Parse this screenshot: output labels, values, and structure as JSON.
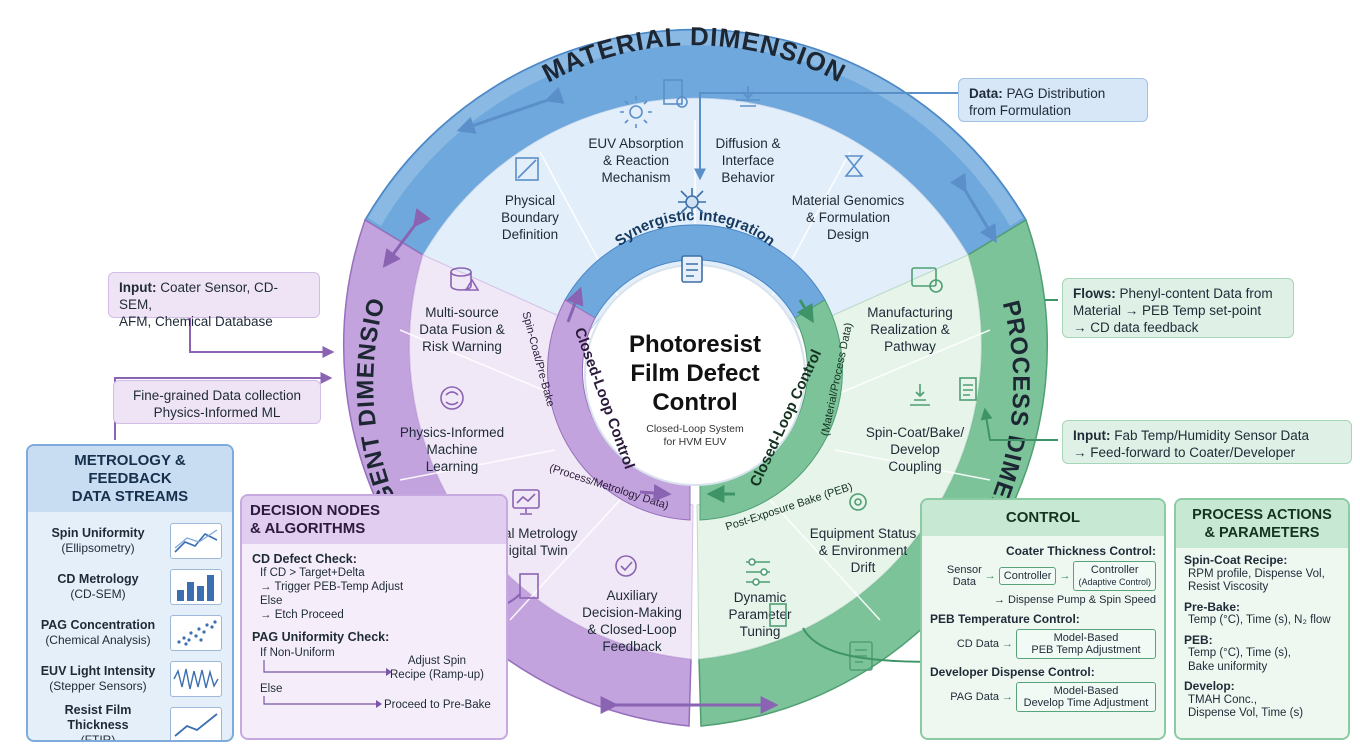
{
  "ring": {
    "material": "MATERIAL DIMENSION",
    "process": "PROCESS DIMENSION",
    "intelligent": "INTELLIGENT DIMENSION"
  },
  "center": {
    "title_l1": "Photoresist",
    "title_l2": "Film Defect",
    "title_l3": "Control",
    "subtitle_l1": "Closed-Loop System",
    "subtitle_l2": "for HVM EUV"
  },
  "inner_ring": {
    "synergy": "Synergistic Integration",
    "left_loop": "Closed-Loop Control",
    "left_sub_a": "Spin-Coat/Pre-Bake",
    "left_sub_b": "(Process/Metrology Data)",
    "right_loop": "Closed-Loop Control",
    "right_sub_a": "(Material/Process Data)",
    "right_sub_b": "Post-Exposure Bake (PEB)"
  },
  "material_segments": [
    {
      "l1": "Physical",
      "l2": "Boundary",
      "l3": "Definition"
    },
    {
      "l1": "EUV Absorption",
      "l2": "& Reaction",
      "l3": "Mechanism"
    },
    {
      "l1": "Diffusion &",
      "l2": "Interface",
      "l3": "Behavior"
    },
    {
      "l1": "Material Genomics",
      "l2": "& Formulation",
      "l3": "Design"
    }
  ],
  "process_segments": [
    {
      "l1": "Manufacturing",
      "l2": "Realization &",
      "l3": "Pathway"
    },
    {
      "l1": "Spin-Coat/Bake/",
      "l2": "Develop",
      "l3": "Coupling"
    },
    {
      "l1": "Equipment Status",
      "l2": "& Environment",
      "l3": "Drift"
    },
    {
      "l1": "Dynamic",
      "l2": "Parameter",
      "l3": "Tuning"
    }
  ],
  "intelligent_segments": [
    {
      "l1": "Multi-source",
      "l2": "Data Fusion &",
      "l3": "Risk Warning"
    },
    {
      "l1": "Physics-Informed",
      "l2": "Machine",
      "l3": "Learning"
    },
    {
      "l1": "Virtual Metrology",
      "l2": "& Digital Twin",
      "l3": ""
    },
    {
      "l1": "Auxiliary",
      "l2": "Decision-Making",
      "l3": "& Closed-Loop",
      "l4": "Feedback"
    }
  ],
  "callouts": {
    "pag_label": "Data:",
    "pag_l1": " PAG Distribution",
    "pag_l2": "from Formulation",
    "flows_label": "Flows:",
    "flows_l1": " Phenyl-content Data from",
    "flows_l2": "Material → PEB Temp set-point",
    "flows_l3": "→ CD data feedback",
    "fab_label": "Input:",
    "fab_l1": " Fab Temp/Humidity Sensor Data",
    "fab_l2": "→ Feed-forward to Coater/Developer",
    "coater_label": "Input:",
    "coater_l1": " Coater Sensor, CD-SEM,",
    "coater_l2": "AFM, Chemical Database",
    "fine_l1": "Fine-grained Data collection",
    "fine_l2": "Physics-Informed ML"
  },
  "metrology": {
    "title_l1": "METROLOGY & FEEDBACK",
    "title_l2": "DATA STREAMS",
    "items": [
      {
        "name": "Spin Uniformity",
        "src": "(Ellipsometry)",
        "icon": "line-chart-icon"
      },
      {
        "name": "CD Metrology",
        "src": "(CD-SEM)",
        "icon": "bar-chart-icon"
      },
      {
        "name": "PAG Concentration",
        "src": "(Chemical Analysis)",
        "icon": "scatter-icon"
      },
      {
        "name": "EUV Light Intensity",
        "src": "(Stepper Sensors)",
        "icon": "wave-icon"
      },
      {
        "name": "Resist Film Thickness",
        "src": "(FTIR)",
        "icon": "trend-icon"
      }
    ]
  },
  "decision": {
    "title_l1": "DECISION NODES",
    "title_l2": "& ALGORITHMS",
    "cd_title": "CD Defect Check:",
    "cd_l1": "If CD > Target+Delta",
    "cd_l2": "→ Trigger PEB-Temp Adjust",
    "cd_l3": "Else",
    "cd_l4": "→ Etch Proceed",
    "pag_title": "PAG Uniformity Check:",
    "pag_if": "If Non-Uniform",
    "pag_then_l1": "Adjust Spin",
    "pag_then_l2": "Recipe (Ramp-up)",
    "pag_else": "Else",
    "pag_else_then": "Proceed to Pre-Bake"
  },
  "control": {
    "title": "CONTROL",
    "coater_title": "Coater Thickness Control:",
    "sensor_l1": "Sensor",
    "sensor_l2": "Data",
    "controller": "Controller",
    "controller2": "Controller",
    "adaptive": "(Adaptive Control)",
    "dispense": "→ Dispense Pump & Spin Speed",
    "peb_title": "PEB Temperature Control:",
    "cd_data": "CD Data",
    "peb_box_l1": "Model-Based",
    "peb_box_l2": "PEB Temp Adjustment",
    "dev_title": "Developer Dispense Control:",
    "pag_data": "PAG Data",
    "dev_box_l1": "Model-Based",
    "dev_box_l2": "Develop Time Adjustment"
  },
  "actions": {
    "title_l1": "PROCESS ACTIONS",
    "title_l2": "& PARAMETERS",
    "spin_title": "Spin-Coat Recipe:",
    "spin_l1": "RPM profile, Dispense Vol,",
    "spin_l2": "Resist Viscosity",
    "prebake_title": "Pre-Bake:",
    "prebake_l1": "Temp (°C), Time (s), N₂ flow",
    "peb_title": "PEB:",
    "peb_l1": "Temp (°C), Time (s),",
    "peb_l2": "Bake uniformity",
    "dev_title": "Develop:",
    "dev_l1": "TMAH Conc.,",
    "dev_l2": "Dispense Vol, Time (s)"
  },
  "colors": {
    "blue": "#5b9bd5",
    "blue_light": "#dbe9f7",
    "green": "#5aa37a",
    "green_light": "#e3f3e8",
    "purple": "#a77cc8",
    "purple_light": "#efe4f6"
  }
}
